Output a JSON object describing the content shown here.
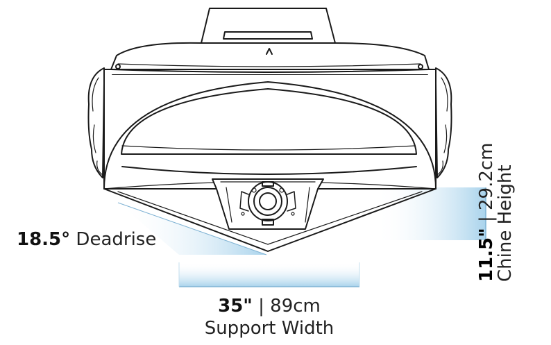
{
  "deadrise": {
    "value": "18.5°",
    "label": "Deadrise"
  },
  "support_width": {
    "imperial": "35\"",
    "separator": "|",
    "metric": "89cm",
    "label": "Support Width"
  },
  "chine_height": {
    "imperial": "11.5\"",
    "separator": "|",
    "metric": "29.2cm",
    "label": "Chine Height"
  },
  "colors": {
    "outline": "#1a1a1a",
    "measure_blue": "#a9d3ec",
    "measure_stroke": "#7fb3d4",
    "text": "#111111"
  }
}
